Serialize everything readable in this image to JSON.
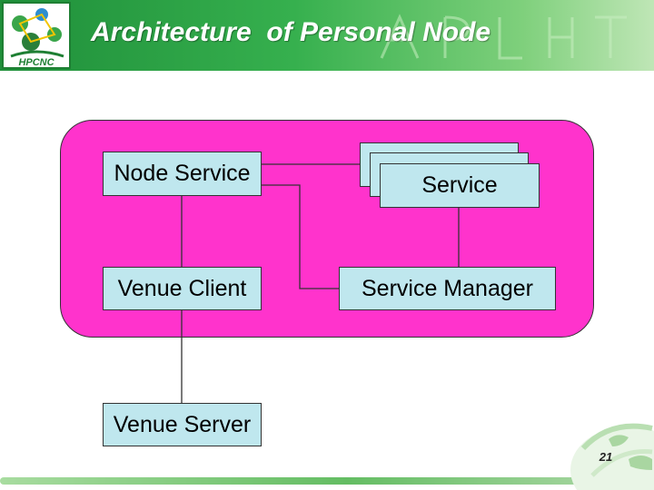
{
  "header": {
    "title": "Architecture  of Personal Node",
    "logo_text": "HPCNC"
  },
  "diagram": {
    "node_service": "Node Service",
    "service": "Service",
    "venue_client": "Venue Client",
    "service_manager": "Service Manager",
    "venue_server": "Venue Server"
  },
  "footer": {
    "page_number": "21"
  },
  "colors": {
    "header_green": "#2e9e44",
    "node_region": "#ff33cc",
    "box_fill": "#bfe7ee",
    "accent_bar": "#64bd63"
  },
  "icons": [
    "hpcnc-logo-icon",
    "globe-icon"
  ]
}
